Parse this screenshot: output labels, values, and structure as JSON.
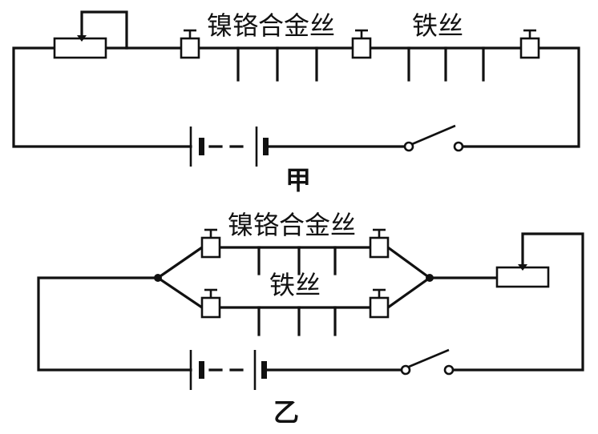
{
  "diagram_a": {
    "caption": "甲",
    "wire_labels": {
      "nichrome": "镍铬合金丝",
      "iron": "铁丝"
    }
  },
  "diagram_b": {
    "caption": "乙",
    "wire_labels": {
      "nichrome": "镍铬合金丝",
      "iron": "铁丝"
    }
  }
}
